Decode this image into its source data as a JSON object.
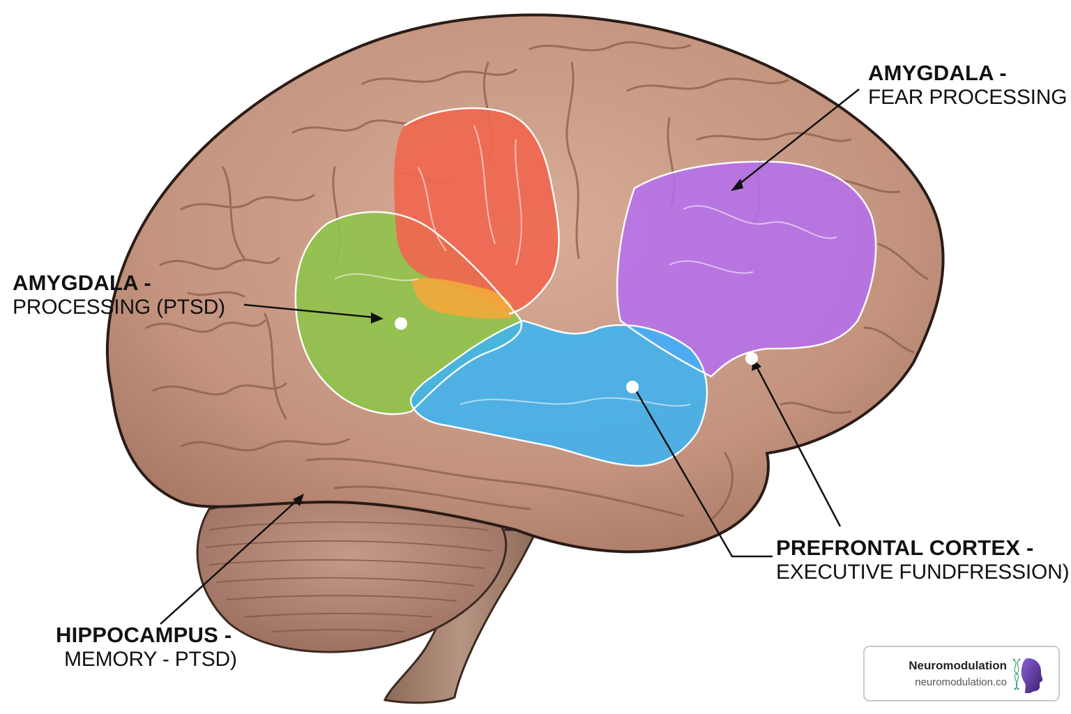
{
  "labels": {
    "amygdala_fear": {
      "title": "AMYGDALA -",
      "sub": "FEAR PROCESSING"
    },
    "amygdala_ptsd": {
      "title": "AMYGDALA -",
      "sub": "PROCESSING (PTSD)"
    },
    "prefrontal": {
      "title": "PREFRONTAL CORTEX -",
      "sub": "EXECUTIVE FUNDFRESSION)"
    },
    "hippocampus": {
      "title": "HIPPOCAMPUS -",
      "sub": "MEMORY - PTSD)"
    }
  },
  "regions": {
    "red": "#f0674f",
    "green": "#8fc34b",
    "blue": "#3fb3f0",
    "purple": "#b46ef0",
    "orange": "#f2a93a"
  },
  "colors": {
    "cortex": "#c79a86",
    "cortex_dark": "#9c6f5e",
    "cerebellum": "#b98a78",
    "brainstem": "#a88572"
  },
  "brand": {
    "name": "Neuromodulation",
    "url": "neuromodulation.co",
    "logo": "head-silhouette-logo"
  }
}
